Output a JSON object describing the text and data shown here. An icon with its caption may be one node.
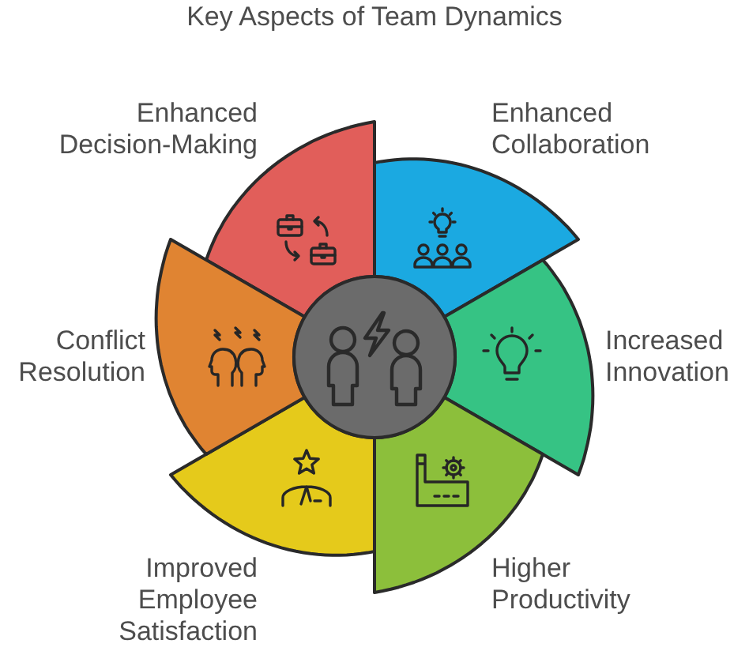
{
  "diagram": {
    "title": "Key Aspects of Team Dynamics",
    "nodes": [
      {
        "text": [
          "Enhanced Decision-Making"
        ]
      },
      {
        "text": [
          "Enhanced Collaboration"
        ]
      },
      {
        "text": [
          "Increased Innovation"
        ]
      },
      {
        "text": [
          "Higher Productivity"
        ]
      },
      {
        "text": [
          "Improved Employee Satisfaction"
        ]
      },
      {
        "text": [
          "Conflict Resolution"
        ]
      },
      {
        "text": [],
        "shape": "circle"
      }
    ]
  }
}
